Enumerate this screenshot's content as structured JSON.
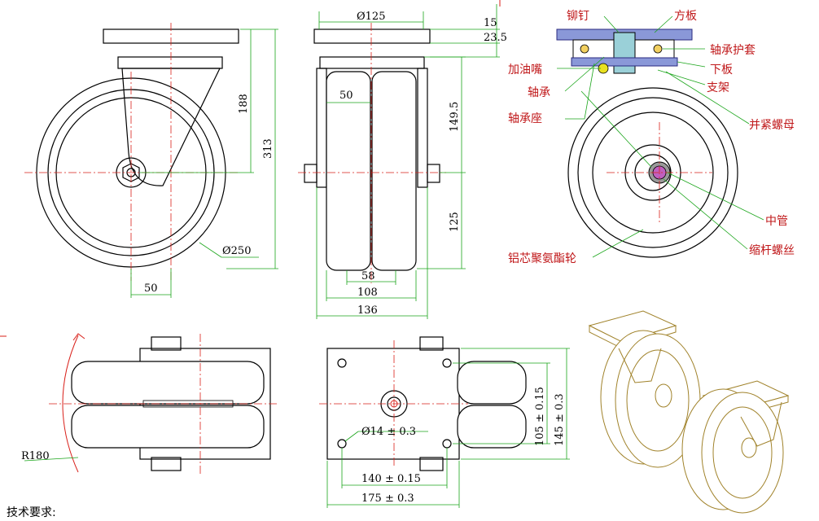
{
  "front_view": {
    "dim_height": "313",
    "dim_axle_height": "188",
    "dim_diameter": "Ø250",
    "dim_offset": "50"
  },
  "side_view": {
    "dim_plate_width": "Ø125",
    "dim_plate_thickness": "15",
    "dim_plate_total": "23.5",
    "dim_wheel_width": "50",
    "dim_upper": "149.5",
    "dim_lower": "125",
    "dim_inner": "58",
    "dim_outer": "108",
    "dim_total": "136"
  },
  "section_view": {
    "labels": {
      "rivet": "铆钉",
      "plate": "方板",
      "bearing_cover": "轴承护套",
      "grease_nipple": "加油嘴",
      "lower_plate": "下板",
      "bearing": "轴承",
      "bracket": "支架",
      "bearing_seat": "轴承座",
      "lock_nut": "并紧螺母",
      "center_tube": "中管",
      "shrink_bolt": "缩杆螺丝",
      "wheel": "铝芯聚氨酯轮"
    }
  },
  "top_view": {
    "dim_radius": "R180"
  },
  "plate_view": {
    "dim_hole": "Ø14 ± 0.3",
    "dim_hole_spacing_v": "105 ± 0.15",
    "dim_plate_v": "145 ± 0.3",
    "dim_hole_spacing_h": "140 ± 0.15",
    "dim_plate_h": "175 ± 0.3"
  },
  "notes": {
    "tech_requirements": "技术要求:"
  },
  "colors": {
    "dimension": "#1aa51a",
    "centerline": "#d9201a",
    "callout_text": "#c0181a",
    "iso_line": "#a0822a"
  }
}
